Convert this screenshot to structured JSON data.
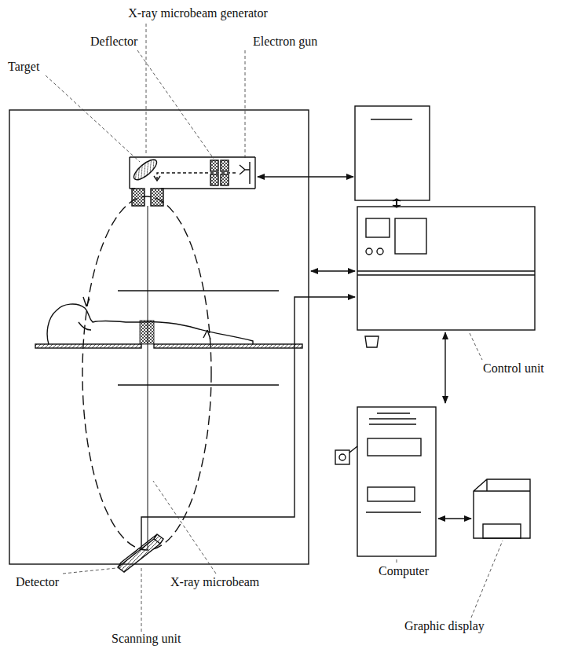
{
  "diagram": {
    "labels": [
      "X-ray microbeam generator",
      "Deflector",
      "Electron gun",
      "Target",
      "Control unit",
      "Detector",
      "X-ray microbeam",
      "Computer",
      "Graphic display",
      "Scanning unit"
    ]
  }
}
